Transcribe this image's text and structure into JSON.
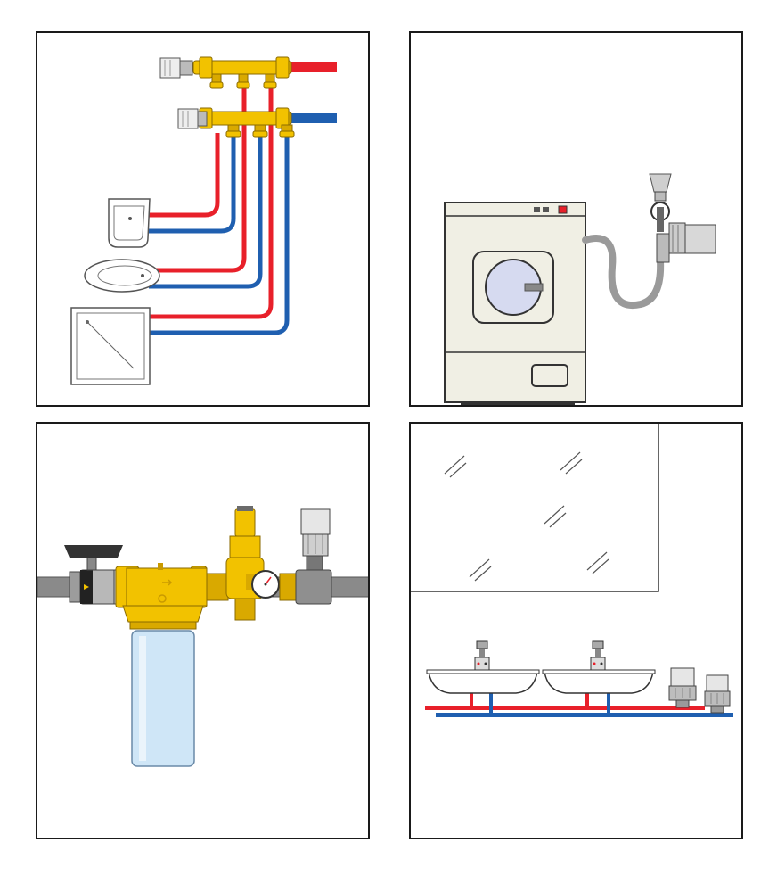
{
  "colors": {
    "hot_pipe": "#e8202a",
    "cold_pipe": "#1f5fb0",
    "brass": "#f2c200",
    "brass_dark": "#c99a00",
    "appliance_body": "#f0efe4",
    "gray_pipe": "#8a8a8a",
    "filter_bowl": "#cfe6f7",
    "frame": "#1a1a1a"
  },
  "panels": [
    {
      "id": "manifold-distribution",
      "icons": [
        "manifold-icon",
        "valve-actuator-icon",
        "washbasin-icon",
        "bidet-icon",
        "shower-tray-icon"
      ]
    },
    {
      "id": "washing-machine-connection",
      "icons": [
        "washing-machine-icon",
        "flexible-hose-icon",
        "water-hammer-arrester-icon"
      ]
    },
    {
      "id": "filter-and-pressure-reducer",
      "icons": [
        "ball-valve-icon",
        "water-filter-icon",
        "pressure-reducer-icon",
        "pressure-gauge-icon",
        "arrester-icon"
      ]
    },
    {
      "id": "wash-basins-with-arresters",
      "icons": [
        "mirror-icon",
        "washbasin-icon",
        "water-hammer-arrester-icon"
      ]
    }
  ]
}
